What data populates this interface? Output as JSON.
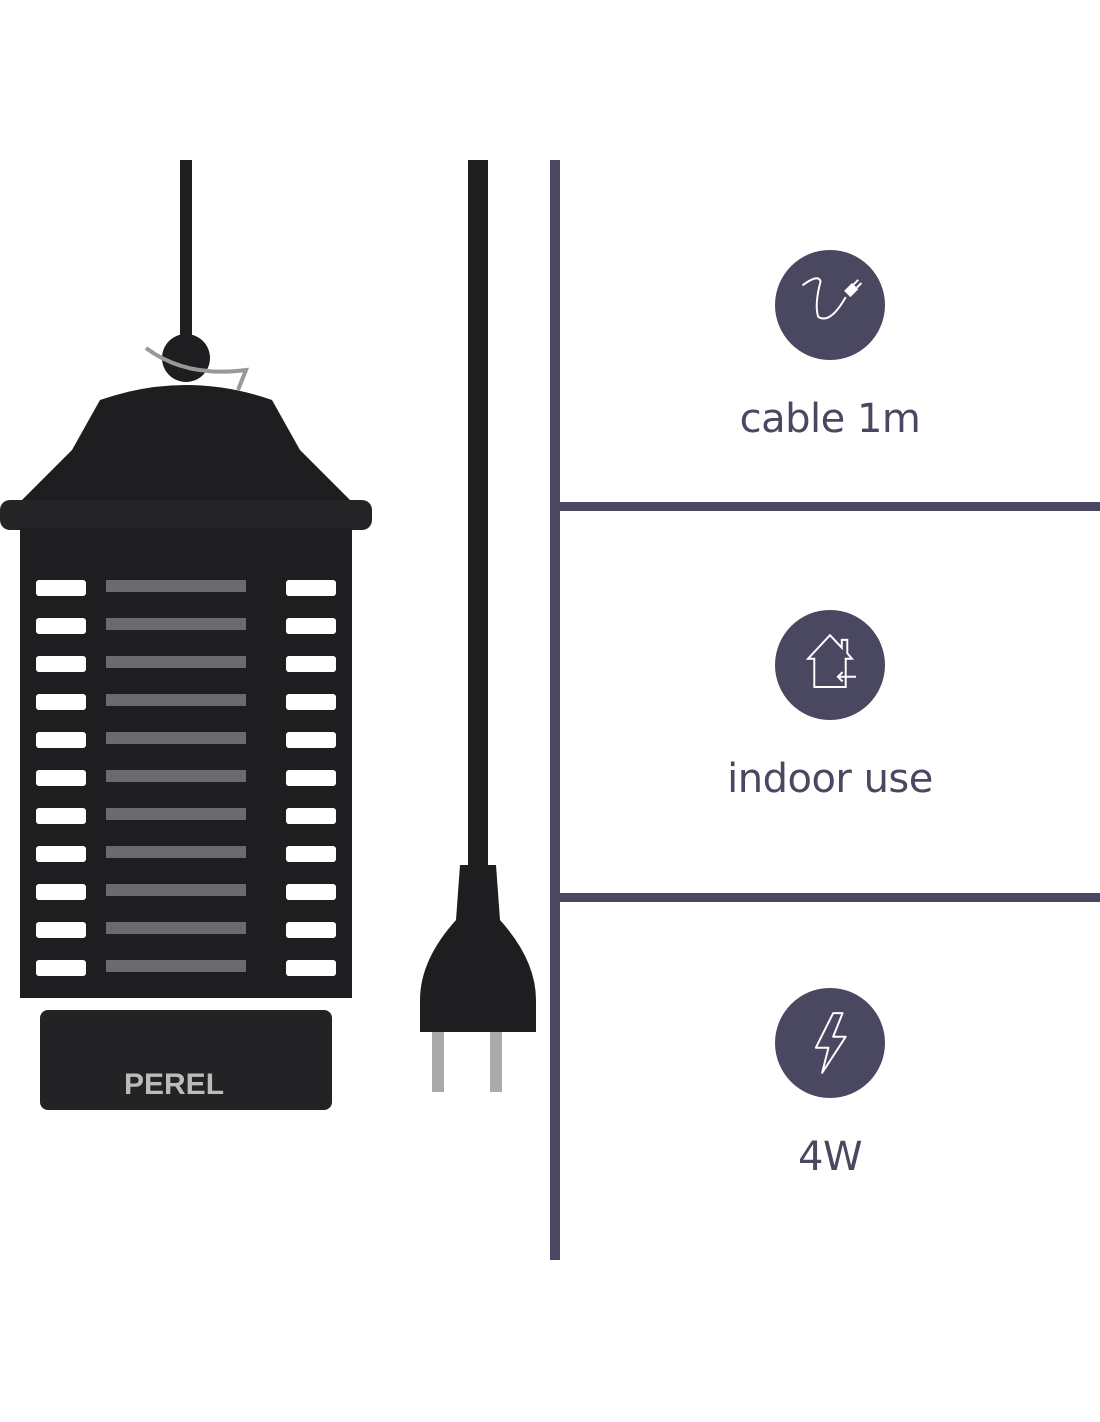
{
  "product": {
    "brand": "PEREL"
  },
  "features": [
    {
      "icon": "cable-plug-icon",
      "label": "cable 1m"
    },
    {
      "icon": "house-indoor-icon",
      "label": "indoor use"
    },
    {
      "icon": "lightning-bolt-icon",
      "label": "4W"
    }
  ],
  "colors": {
    "accent": "#4a4860",
    "product": "#1e1e20"
  }
}
